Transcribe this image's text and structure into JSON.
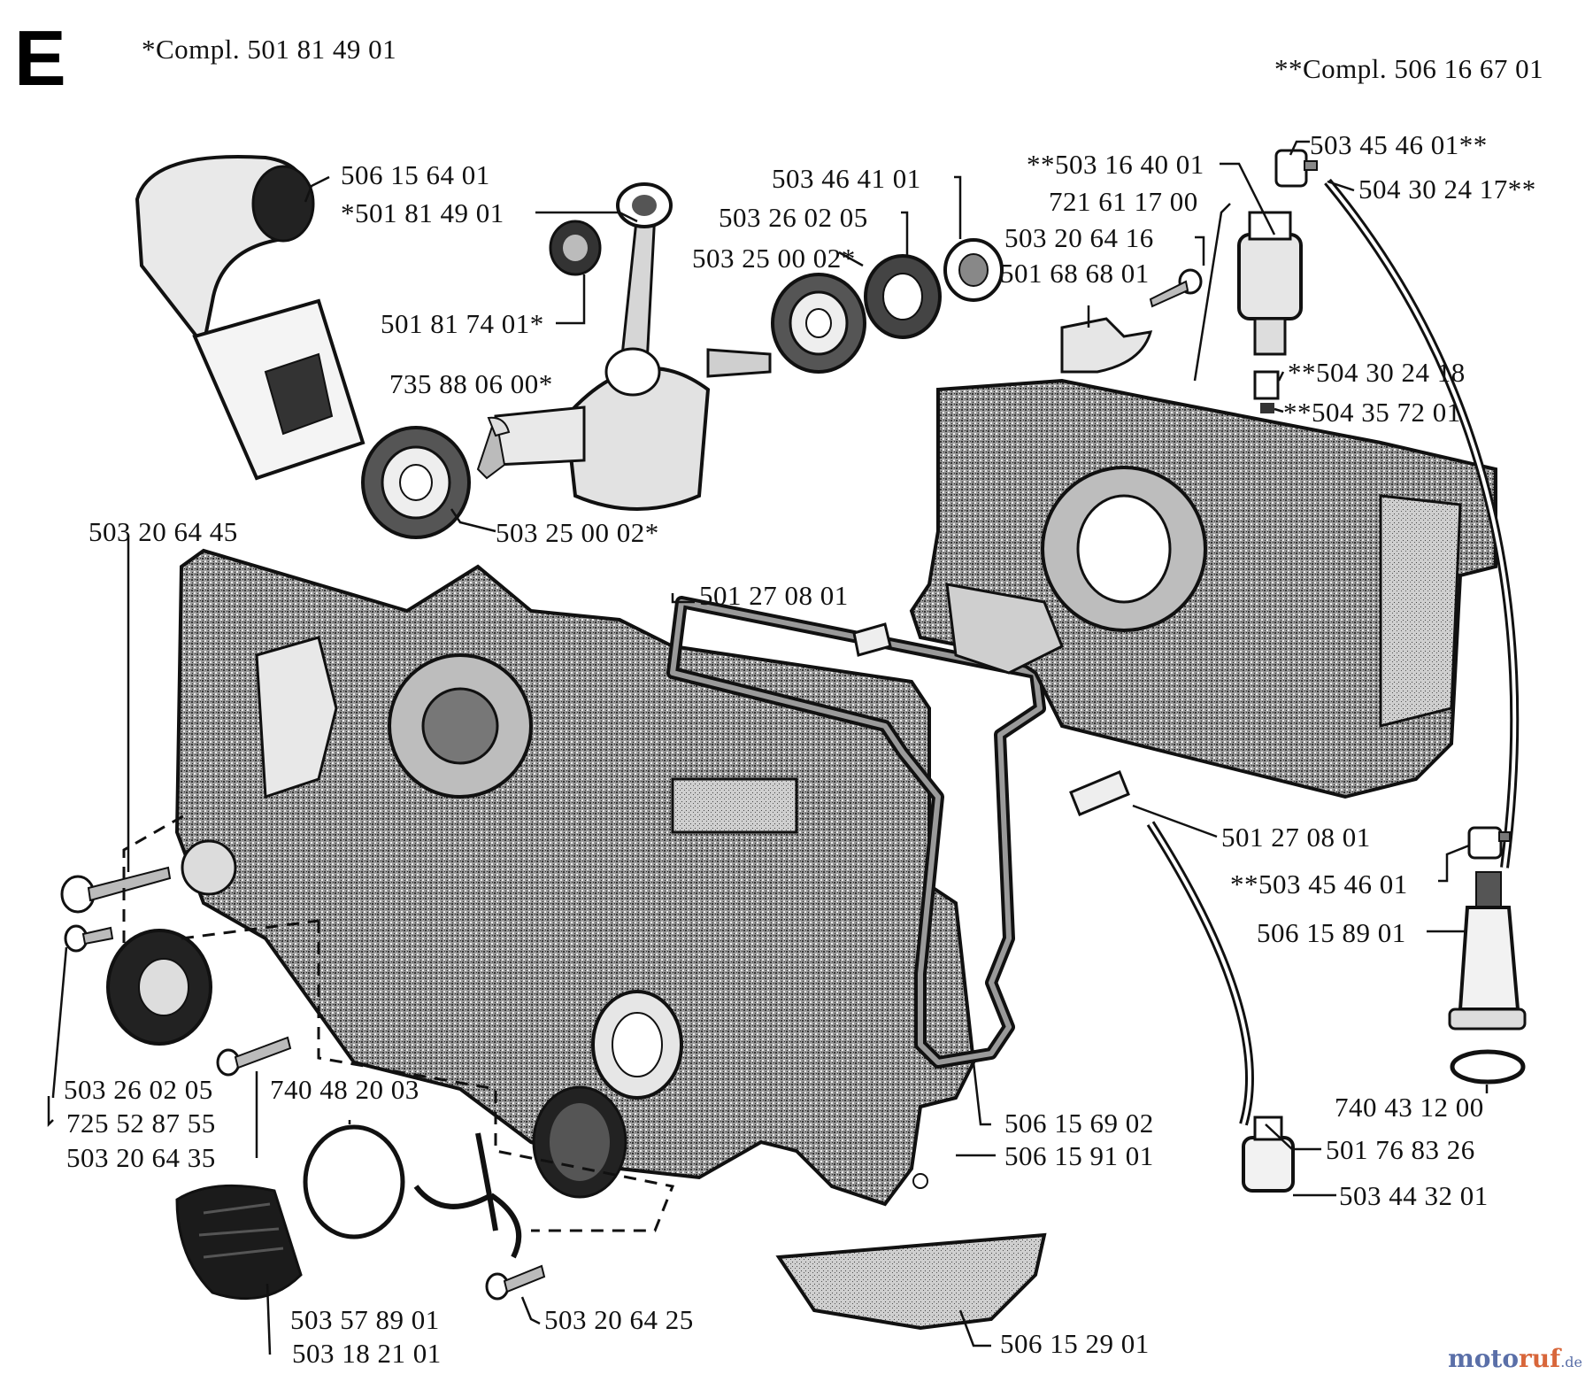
{
  "section": {
    "letter": "E"
  },
  "header": {
    "compl_left": "*Compl. 501 81 49 01",
    "compl_right": "**Compl. 506 16 67 01"
  },
  "callouts": {
    "c01": "506 15 64 01",
    "c02": "*501 81 49 01",
    "c03": "501 81 74 01*",
    "c04": "735 88 06 00*",
    "c05": "503 46 41 01",
    "c06": "503 26 02 05",
    "c07": "503 25 00 02*",
    "c08": "503 25 00 02*",
    "c09": "**503 16 40 01",
    "c10": "721 61 17 00",
    "c11": "503 20 64 16",
    "c12": "501 68 68 01",
    "c13": "503 45 46 01**",
    "c14": "504 30 24 17**",
    "c15": "**504 30 24 18",
    "c16": "**504 35 72 01",
    "c17": "503 20 64 45",
    "c18": "501 27 08 01",
    "c19": "501 27 08 01",
    "c20": "**503 45 46 01",
    "c21": "506 15 89 01",
    "c22": "740 43 12 00",
    "c23": "501 76 83 26",
    "c24": "503 44 32 01",
    "c25": "503 26 02 05",
    "c26": "725 52 87 55",
    "c27": "503 20 64 35",
    "c28": "740 48 20 03",
    "c29": "506 15 69 02",
    "c30": "506 15 91 01",
    "c31": "503 57 89 01",
    "c32": "503 18 21 01",
    "c33": "503 20 64 25",
    "c34": "506 15 29 01"
  },
  "watermark": {
    "part_a": "moto",
    "part_b": "ruf",
    "part_c": ".de"
  }
}
